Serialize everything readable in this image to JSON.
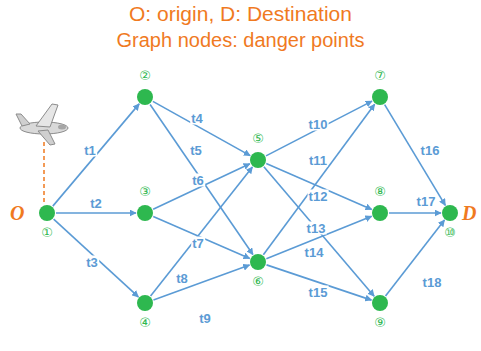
{
  "diagram": {
    "title": "O: origin, D: Destination",
    "nodes": [
      {
        "text": [
          "①"
        ]
      },
      {
        "text": [
          "②"
        ]
      },
      {
        "text": [
          "③"
        ]
      },
      {
        "text": [
          "④"
        ]
      },
      {
        "text": [
          "⑤"
        ]
      },
      {
        "text": [
          "⑥"
        ]
      },
      {
        "text": [
          "⑦"
        ]
      },
      {
        "text": [
          "⑧"
        ]
      },
      {
        "text": [
          "⑨"
        ]
      },
      {
        "text": [
          "⑩"
        ]
      }
    ],
    "edges": [
      {
        "from": 0,
        "to": 1,
        "arrow": "to",
        "label": "t1"
      },
      {
        "from": 0,
        "to": 2,
        "arrow": "to",
        "label": "t2"
      },
      {
        "from": 0,
        "to": 3,
        "arrow": "to",
        "label": "t3"
      },
      {
        "from": 1,
        "to": 4,
        "arrow": "to",
        "label": "t4"
      },
      {
        "from": 1,
        "to": 5,
        "arrow": "to",
        "label": "t5"
      },
      {
        "from": 2,
        "to": 4,
        "arrow": "to",
        "label": "t6"
      },
      {
        "from": 2,
        "to": 5,
        "arrow": "to",
        "label": "t7"
      },
      {
        "from": 3,
        "to": 4,
        "arrow": "to",
        "label": "t8"
      },
      {
        "from": 3,
        "to": 5,
        "arrow": "to",
        "label": "t9"
      },
      {
        "from": 4,
        "to": 6,
        "arrow": "to",
        "label": "t10"
      },
      {
        "from": 4,
        "to": 7,
        "arrow": "to",
        "label": "t11"
      },
      {
        "from": 4,
        "to": 8,
        "arrow": "to",
        "label": "t12"
      },
      {
        "from": 5,
        "to": 6,
        "arrow": "to",
        "label": "t13"
      },
      {
        "from": 5,
        "to": 7,
        "arrow": "to",
        "label": "t14"
      },
      {
        "from": 5,
        "to": 8,
        "arrow": "to",
        "label": "t15"
      },
      {
        "from": 6,
        "to": 9,
        "arrow": "to",
        "label": "t16"
      },
      {
        "from": 7,
        "to": 9,
        "arrow": "to",
        "label": "t17"
      },
      {
        "from": 8,
        "to": 9,
        "arrow": "to",
        "label": "t18"
      }
    ],
    "labels": [
      "Graph nodes: danger points",
      "O",
      "D"
    ]
  }
}
